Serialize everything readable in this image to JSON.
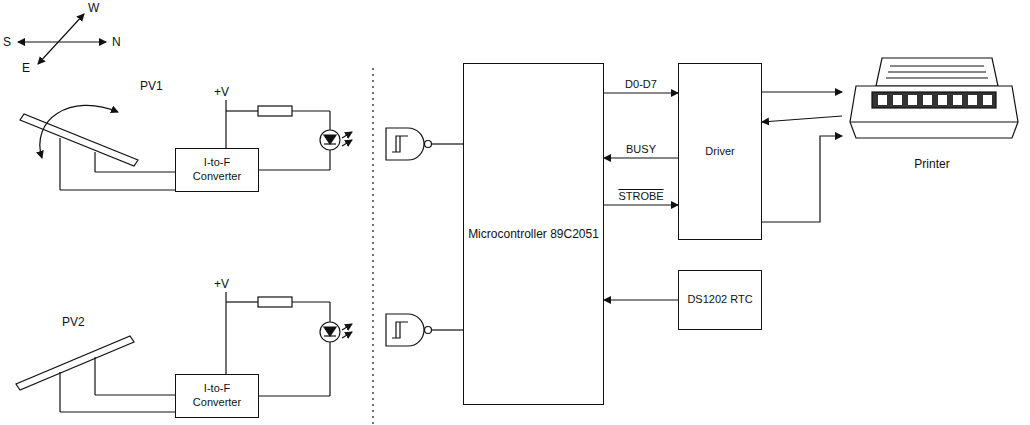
{
  "diagram": {
    "nodes": [
      {
        "text": [
          "I-to-F Converter"
        ]
      },
      {
        "text": [
          "I-to-F Converter"
        ]
      },
      {
        "text": [
          "Microcontroller 89C2051"
        ]
      },
      {
        "text": [
          "Driver"
        ]
      },
      {
        "text": [
          "DS1202 RTC"
        ]
      },
      {
        "text": [
          "Printer"
        ]
      }
    ],
    "edges": [
      {
        "from": 2,
        "to": 3,
        "arrow": "to",
        "label": "D0-D7"
      },
      {
        "from": 3,
        "to": 2,
        "arrow": "to",
        "label": "BUSY"
      },
      {
        "from": 2,
        "to": 3,
        "arrow": "to",
        "label": "STROBE"
      },
      {
        "from": 4,
        "to": 2,
        "arrow": "to"
      },
      {
        "from": 3,
        "to": 5,
        "arrow": "to"
      },
      {
        "from": 5,
        "to": 3,
        "arrow": "to"
      },
      {
        "from": 3,
        "to": 5,
        "arrow": "to"
      }
    ],
    "labels": [
      "W",
      "S",
      "N",
      "E",
      "PV1",
      "+V",
      "PV2",
      "+V"
    ]
  }
}
